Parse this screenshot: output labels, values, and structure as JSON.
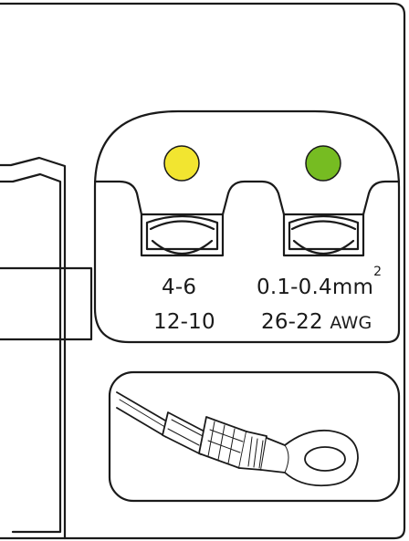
{
  "die_left": {
    "marker_color": "#F2E530",
    "marker_name": "yellow",
    "label_mm2": "4-6",
    "label_awg": "12-10"
  },
  "die_right": {
    "marker_color": "#76BC22",
    "marker_name": "green",
    "label_mm2": "0.1-0.4mm",
    "label_mm2_sup": "2",
    "label_awg_num": "26-22",
    "label_awg_unit": "AWG"
  },
  "illustration": {
    "icon": "ring-terminal-crimped-wire-icon"
  }
}
